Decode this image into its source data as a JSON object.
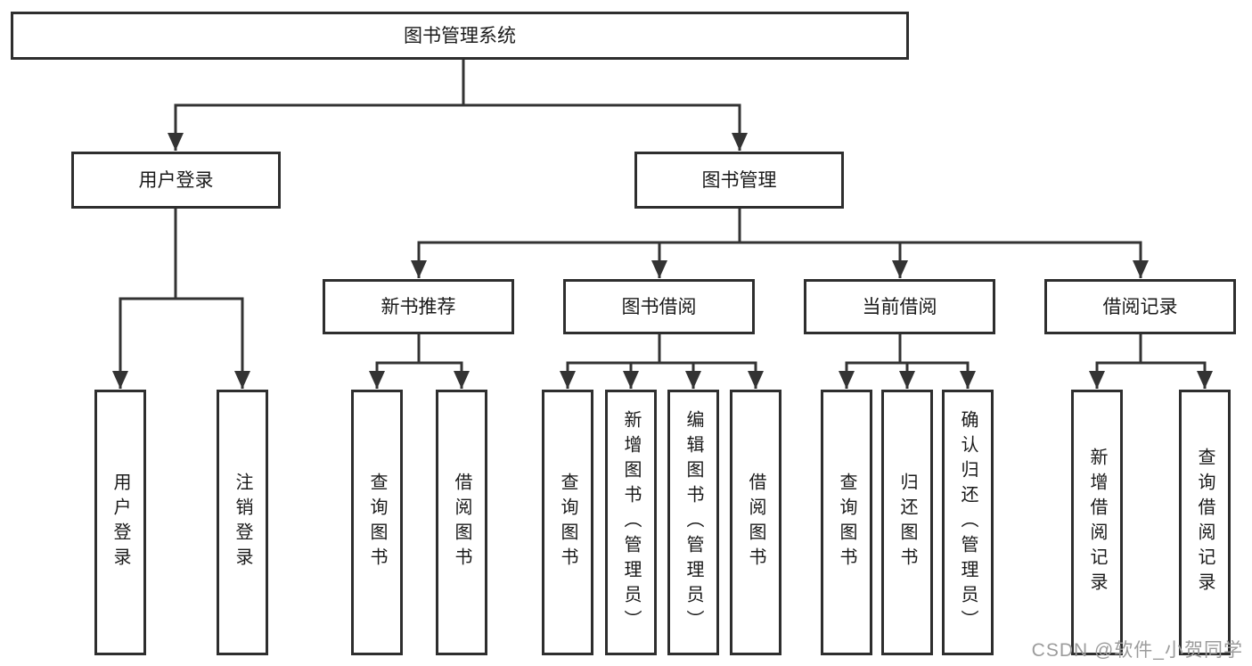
{
  "nodes": {
    "root": {
      "label": "图书管理系统"
    },
    "login": {
      "label": "用户登录"
    },
    "manage": {
      "label": "图书管理"
    },
    "l3": [
      {
        "label": "新书推荐"
      },
      {
        "label": "图书借阅"
      },
      {
        "label": "当前借阅"
      },
      {
        "label": "借阅记录"
      }
    ],
    "leaves": [
      {
        "label": "用户登录"
      },
      {
        "label": "注销登录"
      },
      {
        "label": "查询图书"
      },
      {
        "label": "借阅图书"
      },
      {
        "label": "查询图书"
      },
      {
        "label": "新增图书（管理员）"
      },
      {
        "label": "编辑图书（管理员）"
      },
      {
        "label": "借阅图书"
      },
      {
        "label": "查询图书"
      },
      {
        "label": "归还图书"
      },
      {
        "label": "确认归还（管理员）"
      },
      {
        "label": "新增借阅记录"
      },
      {
        "label": "查询借阅记录"
      }
    ]
  },
  "watermark": {
    "text": "CSDN @软件_小贺同学"
  },
  "colors": {
    "line": "#333333",
    "box_border": "#2e2e2e",
    "text": "#1a1a1a",
    "watermark_text": "#9c9c9c",
    "background": "#ffffff"
  }
}
